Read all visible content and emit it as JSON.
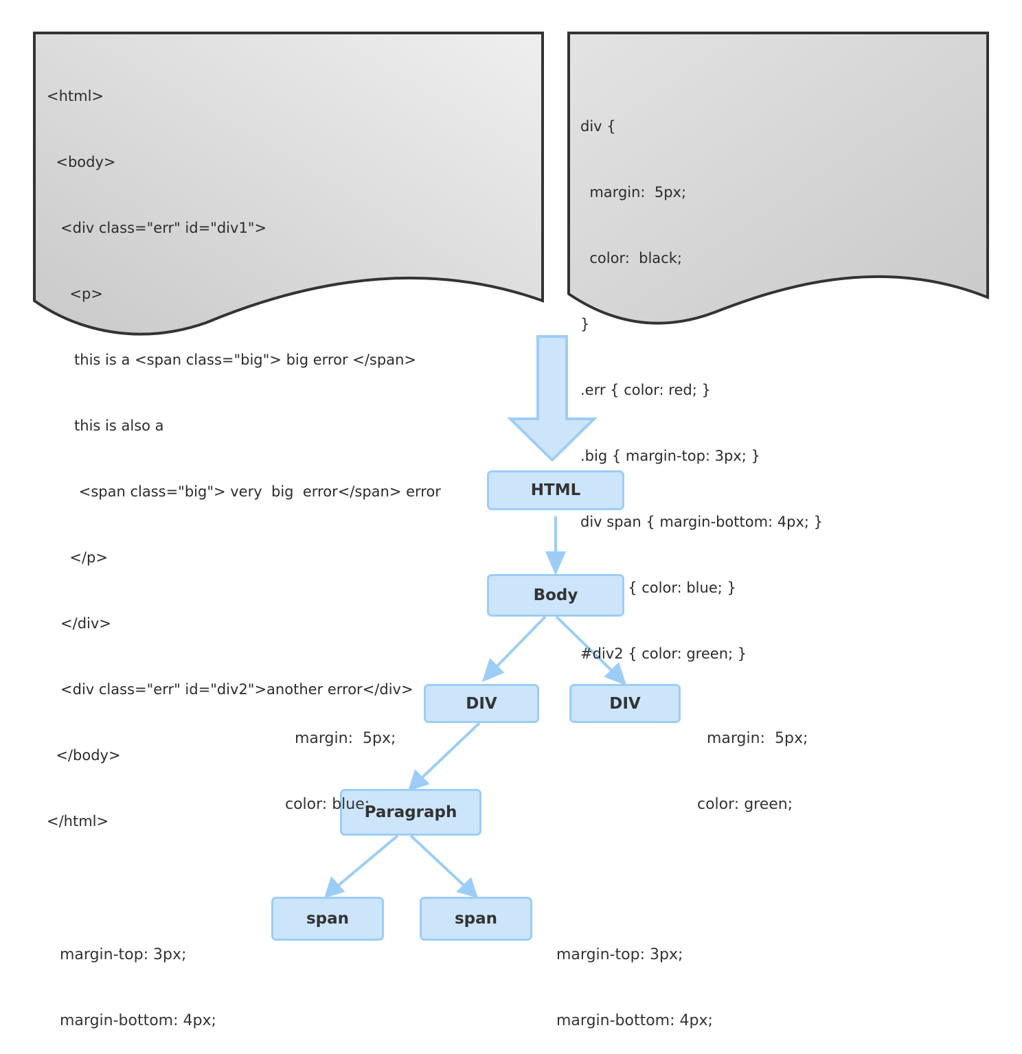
{
  "html_document": {
    "lines": [
      "<html>",
      "  <body>",
      "   <div class=\"err\" id=\"div1\">",
      "     <p>",
      "      this is a <span class=\"big\"> big error </span>",
      "      this is also a",
      "       <span class=\"big\"> very  big  error</span> error",
      "     </p>",
      "   </div>",
      "   <div class=\"err\" id=\"div2\">another error</div>",
      "  </body>",
      "</html>"
    ]
  },
  "css_document": {
    "lines": [
      "div {",
      "  margin:  5px;",
      "  color:  black;",
      "}",
      ".err { color: red; }",
      ".big { margin-top: 3px; }",
      "div span { margin-bottom: 4px; }",
      "#div1 { color: blue; }",
      "#div2 { color: green; }"
    ]
  },
  "tree": {
    "nodes": {
      "html": "HTML",
      "body": "Body",
      "div_left": "DIV",
      "div_right": "DIV",
      "paragraph": "Paragraph",
      "span_left": "span",
      "span_right": "span"
    },
    "notes": {
      "div_left": [
        "  margin:  5px;",
        "color: blue;"
      ],
      "div_right": [
        "  margin:  5px;",
        "color: green;"
      ],
      "span_left": [
        "margin-top: 3px;",
        "margin-bottom: 4px;"
      ],
      "span_right": [
        "margin-top: 3px;",
        "margin-bottom: 4px;"
      ]
    }
  },
  "colors": {
    "node_fill": "#cce5fb",
    "node_border": "#9ccdf6",
    "arrow": "#9ccdf6",
    "document_border": "#333333",
    "document_fill_light": "#eeeeee",
    "document_fill_dark": "#cccccc"
  }
}
